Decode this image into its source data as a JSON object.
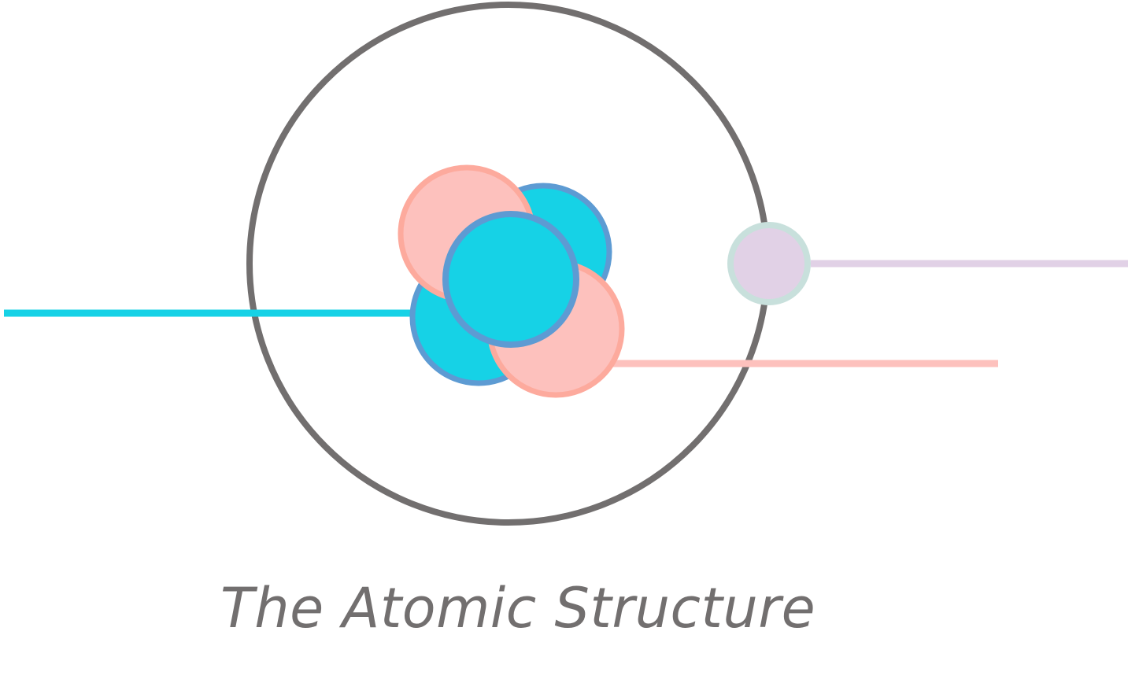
{
  "title": "The Atomic Structure",
  "colors": {
    "orbit": "#726f6f",
    "neutron_fill": "#16d2e6",
    "neutron_stroke": "#5d9bd3",
    "proton_fill": "#fdc1bd",
    "proton_stroke": "#fdaa9d",
    "electron_fill": "#e1d1e6",
    "electron_stroke": "#c8e0dc",
    "neutron_pointer": "#16d2e6",
    "proton_pointer": "#fdc1bd",
    "electron_pointer": "#e1d1e6",
    "title_text": "#726f6f"
  },
  "nucleus": {
    "particles": [
      {
        "kind": "neutron"
      },
      {
        "kind": "neutron"
      },
      {
        "kind": "proton"
      },
      {
        "kind": "proton"
      },
      {
        "kind": "neutron"
      }
    ]
  },
  "electron_count": 1
}
